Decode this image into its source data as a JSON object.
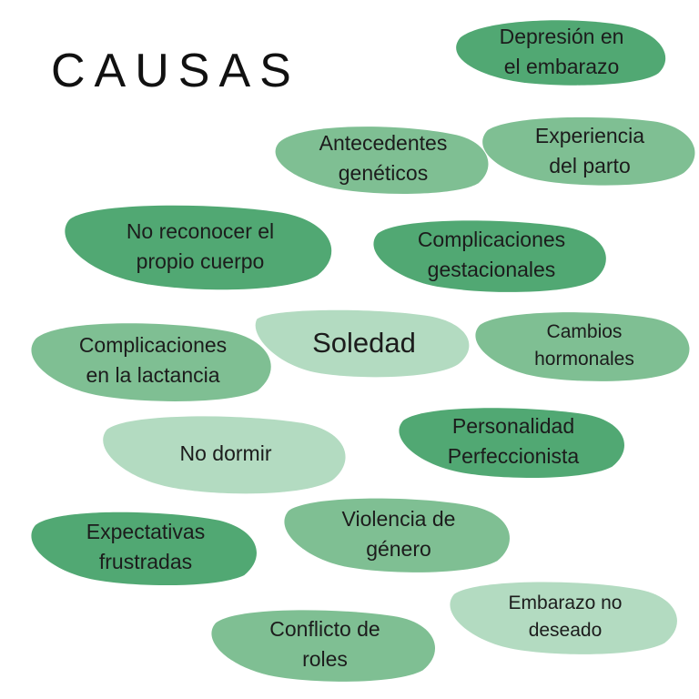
{
  "title": "CAUSAS",
  "colors": {
    "dark": "#51a873",
    "medium": "#7fbf93",
    "light": "#b3dbc1",
    "text": "#1c1c1c",
    "title": "#111111"
  },
  "causes": [
    {
      "id": "depresion",
      "label": "Depresión en\nel embarazo",
      "tone": "dark"
    },
    {
      "id": "antecedentes",
      "label": "Antecedentes\ngenéticos",
      "tone": "medium"
    },
    {
      "id": "experiencia",
      "label": "Experiencia\ndel parto",
      "tone": "medium"
    },
    {
      "id": "no-reconocer",
      "label": "No reconocer el\npropio cuerpo",
      "tone": "dark"
    },
    {
      "id": "complicaciones-gest",
      "label": "Complicaciones\ngestacionales",
      "tone": "dark"
    },
    {
      "id": "complicaciones-lact",
      "label": "Complicaciones\nen la lactancia",
      "tone": "medium"
    },
    {
      "id": "soledad",
      "label": "Soledad",
      "tone": "light"
    },
    {
      "id": "cambios",
      "label": "Cambios\nhormonales",
      "tone": "medium"
    },
    {
      "id": "no-dormir",
      "label": "No dormir",
      "tone": "light"
    },
    {
      "id": "personalidad",
      "label": "Personalidad\nPerfeccionista",
      "tone": "dark"
    },
    {
      "id": "expectativas",
      "label": "Expectativas\nfrustradas",
      "tone": "dark"
    },
    {
      "id": "violencia",
      "label": "Violencia de\ngénero",
      "tone": "medium"
    },
    {
      "id": "embarazo-no",
      "label": "Embarazo no\ndeseado",
      "tone": "light"
    },
    {
      "id": "conflicto",
      "label": "Conflicto de\nroles",
      "tone": "medium"
    }
  ]
}
